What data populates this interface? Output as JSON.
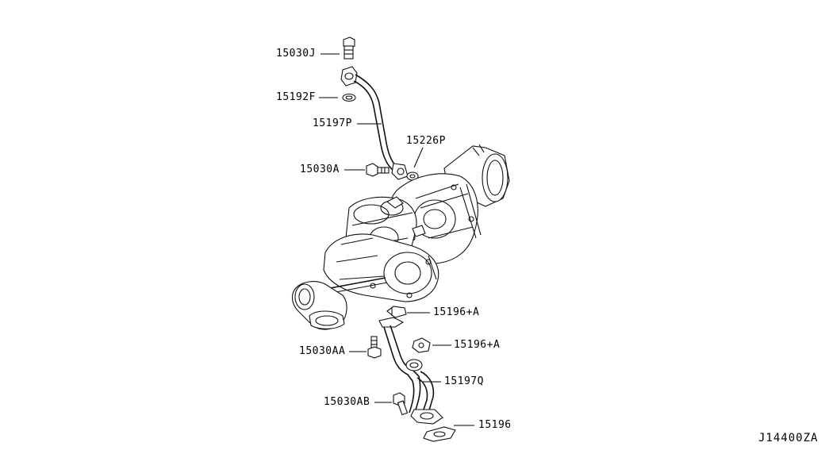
{
  "diagram_id": "J14400ZA",
  "parts": {
    "p15030J": "15030J",
    "p15192F": "15192F",
    "p15197P": "15197P",
    "p15226P": "15226P",
    "p15030A": "15030A",
    "p15196A_1": "15196+A",
    "p15030AA": "15030AA",
    "p15196A_2": "15196+A",
    "p15197Q": "15197Q",
    "p15030AB": "15030AB",
    "p15196": "15196"
  }
}
